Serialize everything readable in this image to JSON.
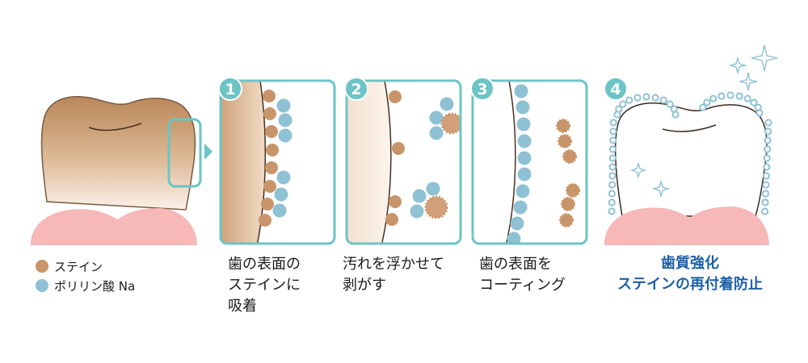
{
  "colors": {
    "stain": "#c8956a",
    "polyphosphate": "#8fc1d4",
    "frame": "#6cc4c6",
    "gum": "#f6b8b8",
    "result_text": "#1f5fa8"
  },
  "legend": {
    "items": [
      {
        "label": "ステイン",
        "color": "#c8956a"
      },
      {
        "label": "ポリリン酸 Na",
        "color": "#8fc1d4"
      }
    ]
  },
  "steps": [
    {
      "number": "1",
      "lines": [
        "歯の表面の",
        "ステインに",
        "吸着"
      ]
    },
    {
      "number": "2",
      "lines": [
        "汚れを浮かせて",
        "剥がす"
      ]
    },
    {
      "number": "3",
      "lines": [
        "歯の表面を",
        "コーティング"
      ]
    },
    {
      "number": "4",
      "lines": [
        "歯質強化",
        "ステインの再付着防止"
      ]
    }
  ]
}
